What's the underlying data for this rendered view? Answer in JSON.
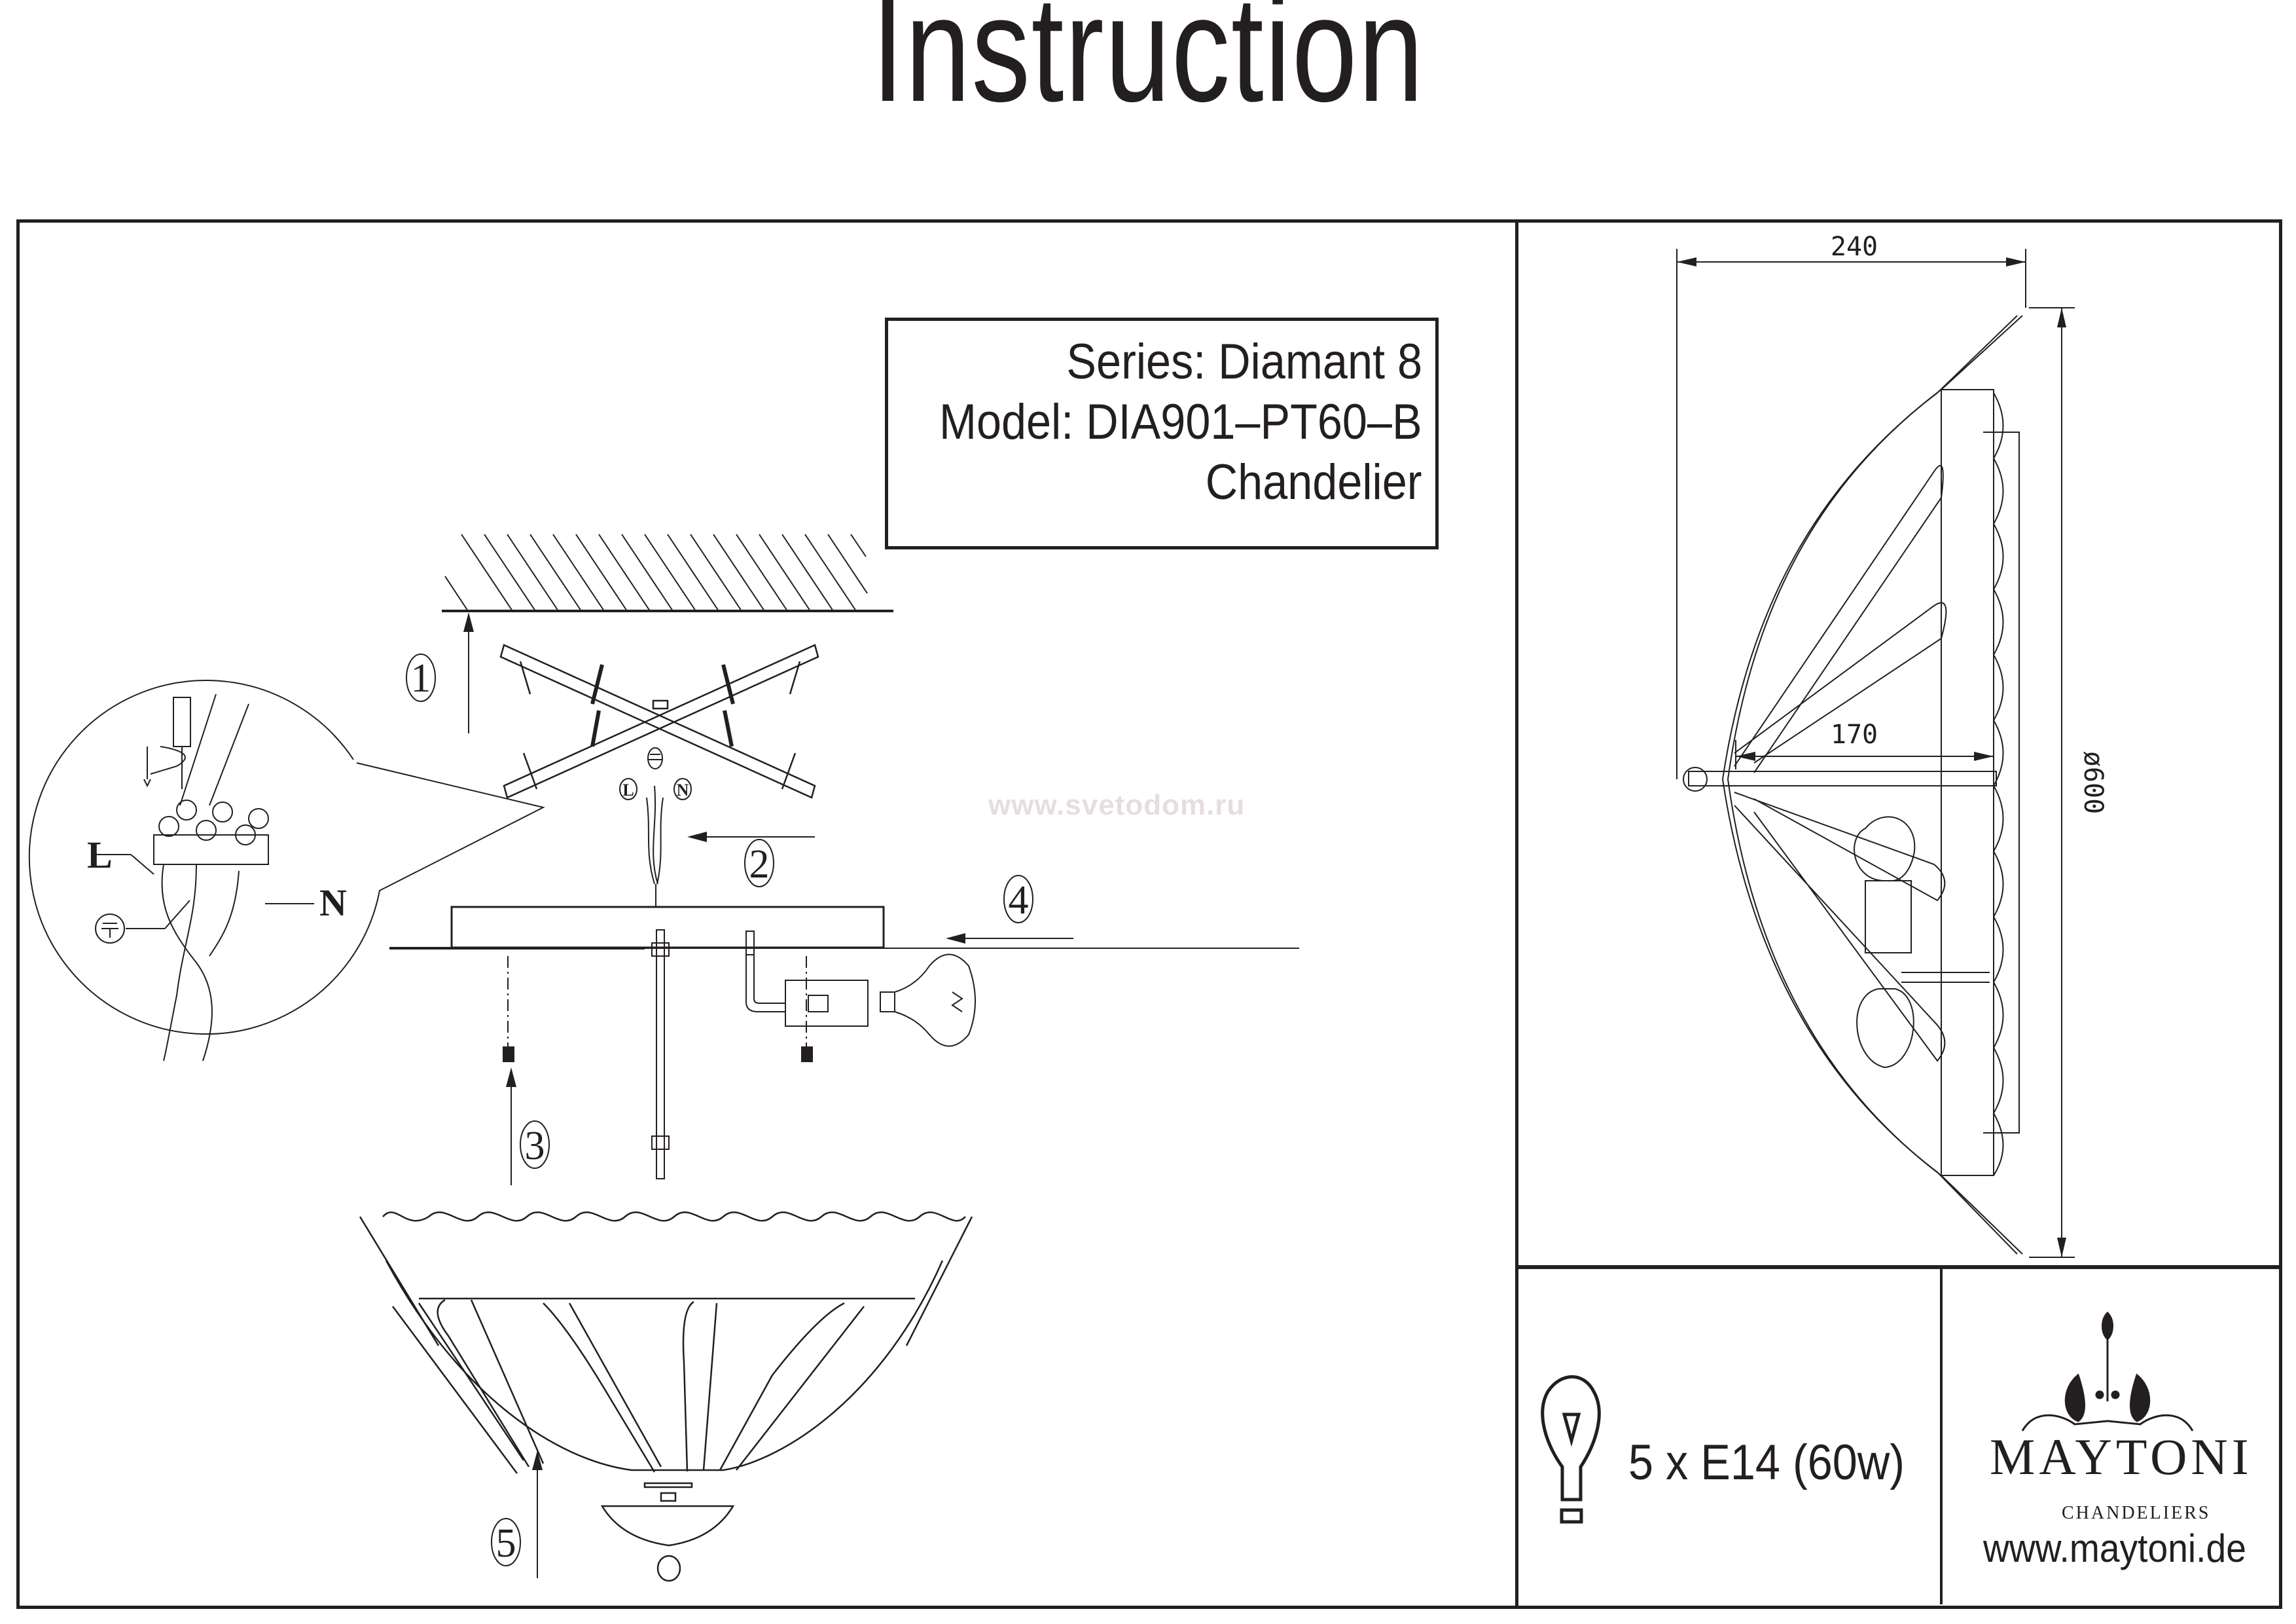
{
  "header": {
    "title": "Instruction"
  },
  "product": {
    "series": "Series: Diamant 8",
    "model": "Model: DIA901–PT60–B",
    "type": "Chandelier"
  },
  "watermark": "www.svetodom.ru",
  "assembly": {
    "steps": [
      "1",
      "2",
      "3",
      "4",
      "5"
    ],
    "wiring": {
      "live_label": "L",
      "neutral_label": "N",
      "live_small": "L",
      "neutral_small": "N",
      "ground_icon": "ground-symbol-icon"
    }
  },
  "dimensions": {
    "width": "240",
    "depth": "170",
    "diameter": "ø600"
  },
  "bulb_spec": {
    "icon": "light-bulb-icon",
    "text": "5 x E14 (60w)"
  },
  "brand": {
    "logo_icon": "chandelier-ornament-icon",
    "name": "MAYTONI",
    "subtitle": "CHANDELIERS",
    "website": "www.maytoni.de"
  }
}
